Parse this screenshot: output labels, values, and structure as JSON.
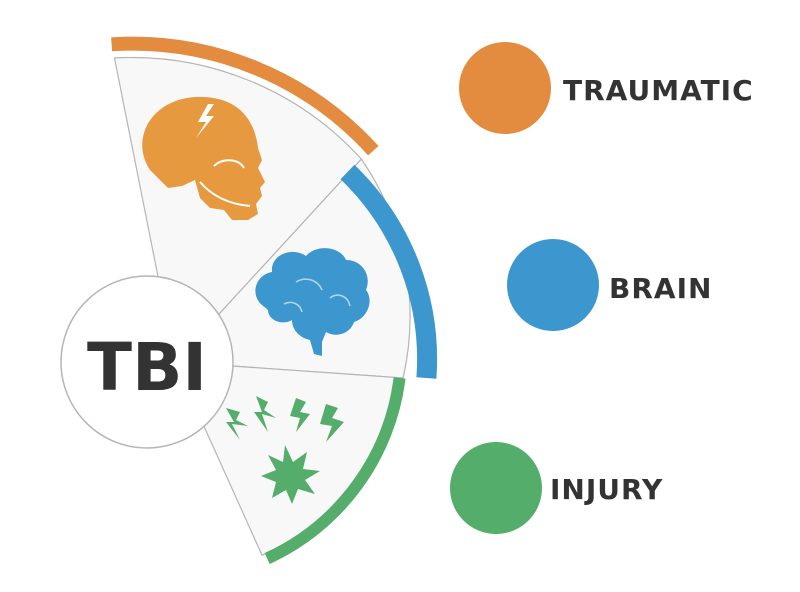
{
  "acronym": "TBI",
  "segments": [
    {
      "word": "TRAUMATIC",
      "color": "#E38B3F",
      "icon": "skull-icon"
    },
    {
      "word": "BRAIN",
      "color": "#3D97CF",
      "icon": "brain-icon"
    },
    {
      "word": "INJURY",
      "color": "#54AD6A",
      "icon": "impact-burst-icon"
    }
  ],
  "colors": {
    "panel": "#F8F8F8",
    "outline": "#B5B5B5",
    "text": "#333333"
  }
}
